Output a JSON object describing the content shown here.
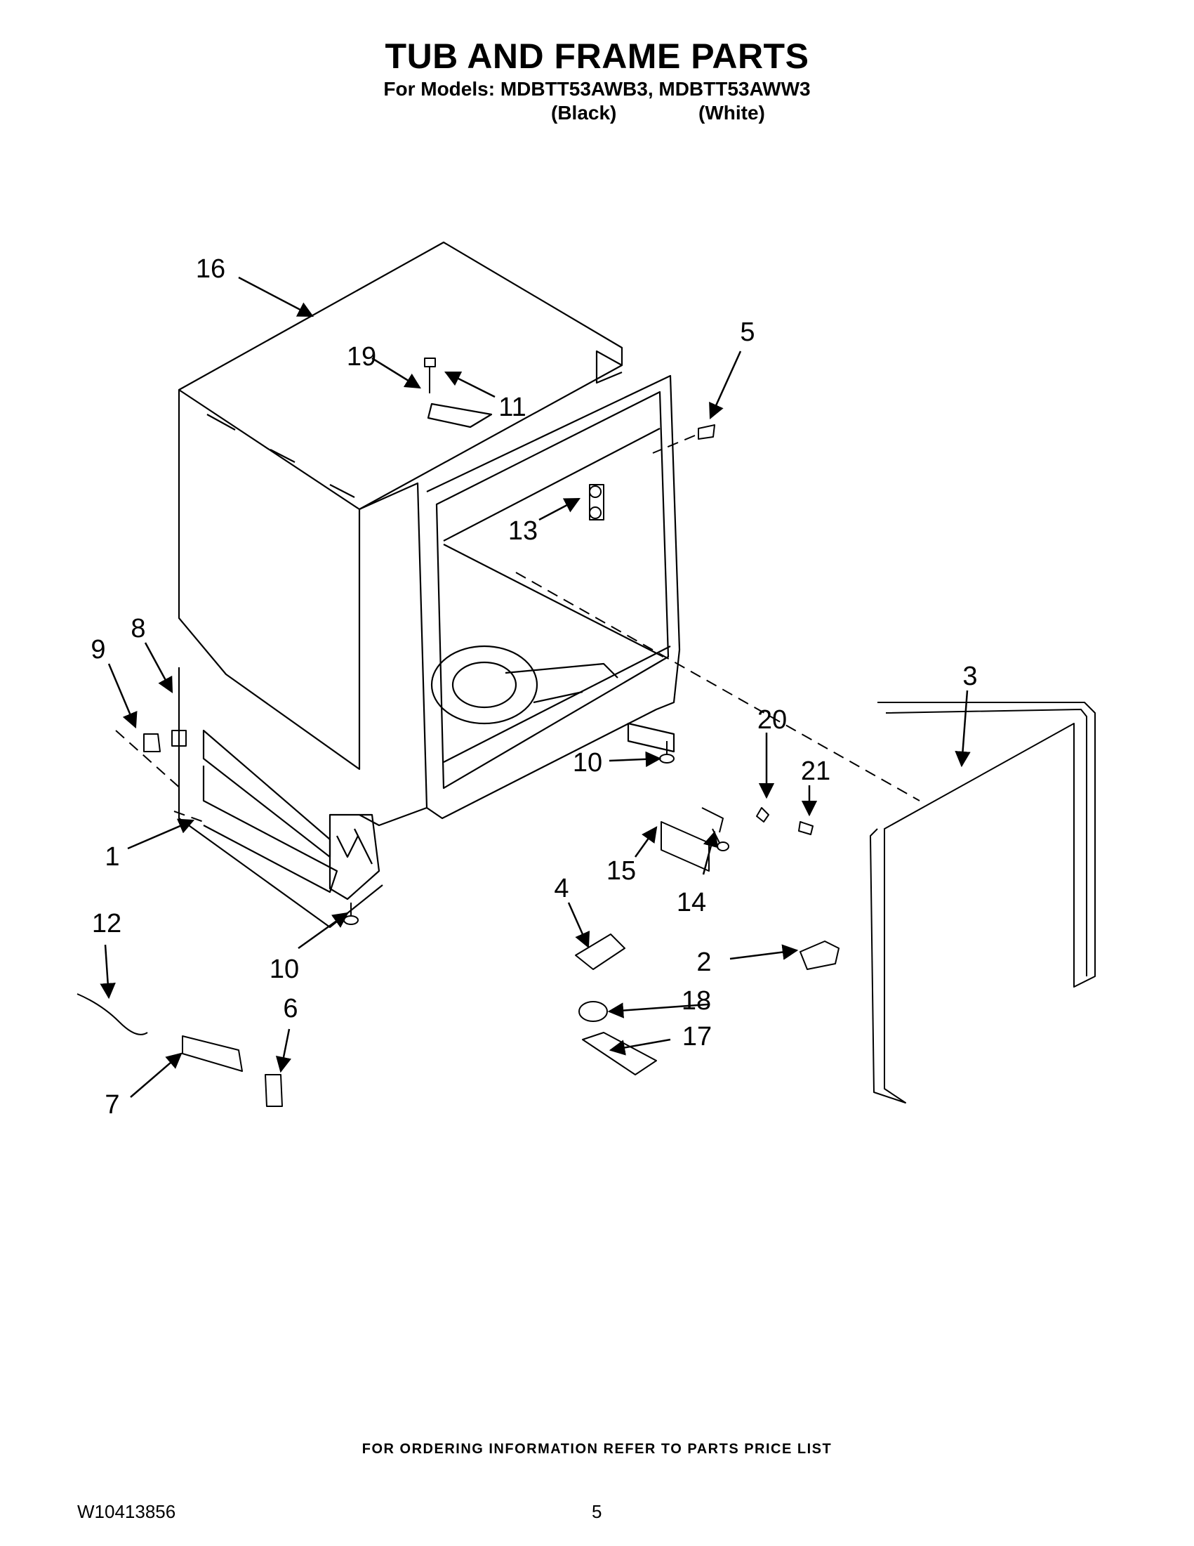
{
  "header": {
    "title": "TUB AND FRAME PARTS",
    "models": "For Models: MDBTT53AWB3, MDBTT53AWW3",
    "color_black": "(Black)",
    "color_white": "(White)"
  },
  "callouts": [
    "16",
    "19",
    "11",
    "5",
    "13",
    "8",
    "9",
    "3",
    "20",
    "21",
    "10",
    "15",
    "14",
    "1",
    "4",
    "2",
    "18",
    "17",
    "12",
    "10",
    "6",
    "7"
  ],
  "footer": {
    "ordering_note": "FOR ORDERING INFORMATION REFER TO PARTS PRICE LIST",
    "doc_number": "W10413856",
    "page_number": "5"
  }
}
